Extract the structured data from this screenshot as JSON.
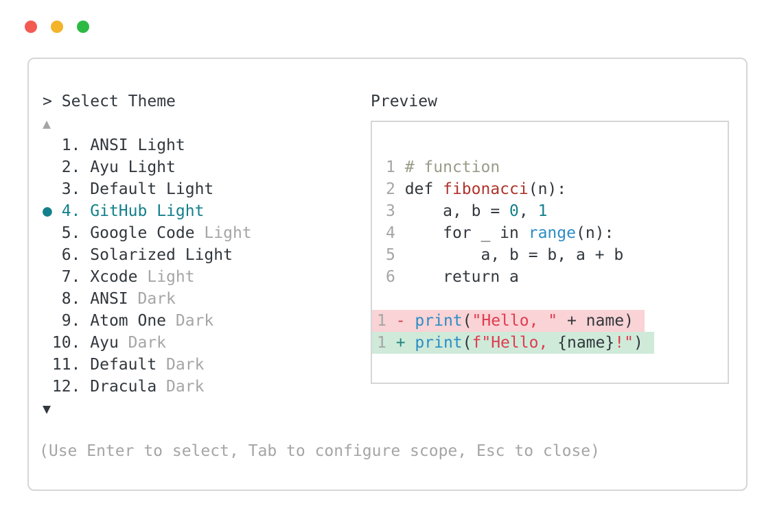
{
  "colors": {
    "text_dark": "#31373d",
    "text_muted": "#a5a5a5",
    "accent_teal": "#13808b",
    "comment": "#9a9b89",
    "def_red": "#af342c",
    "builtin_blue": "#2c8dc5",
    "string_red": "#e03b50",
    "removed_sign": "#c9434b",
    "added_sign": "#21857a",
    "removed_bg": "#f9d3d5",
    "added_bg": "#cfead9",
    "border": "#d6d6d6",
    "light_red": "#f25a52",
    "light_yellow": "#f3b32a",
    "light_green": "#2cba44"
  },
  "prompt": {
    "caret": ">",
    "title": "Select Theme"
  },
  "theme_list": {
    "scroll_up_glyph": "▲",
    "scroll_down_glyph": "▼",
    "selected_marker": "●",
    "items": [
      {
        "number": "1",
        "name": "ANSI",
        "variant": "Light",
        "variant_muted": false,
        "selected": false
      },
      {
        "number": "2",
        "name": "Ayu",
        "variant": "Light",
        "variant_muted": false,
        "selected": false
      },
      {
        "number": "3",
        "name": "Default",
        "variant": "Light",
        "variant_muted": false,
        "selected": false
      },
      {
        "number": "4",
        "name": "GitHub",
        "variant": "Light",
        "variant_muted": false,
        "selected": true
      },
      {
        "number": "5",
        "name": "Google Code",
        "variant": "Light",
        "variant_muted": true,
        "selected": false
      },
      {
        "number": "6",
        "name": "Solarized",
        "variant": "Light",
        "variant_muted": false,
        "selected": false
      },
      {
        "number": "7",
        "name": "Xcode",
        "variant": "Light",
        "variant_muted": true,
        "selected": false
      },
      {
        "number": "8",
        "name": "ANSI",
        "variant": "Dark",
        "variant_muted": true,
        "selected": false
      },
      {
        "number": "9",
        "name": "Atom One",
        "variant": "Dark",
        "variant_muted": true,
        "selected": false
      },
      {
        "number": "10",
        "name": "Ayu",
        "variant": "Dark",
        "variant_muted": true,
        "selected": false
      },
      {
        "number": "11",
        "name": "Default",
        "variant": "Dark",
        "variant_muted": true,
        "selected": false
      },
      {
        "number": "12",
        "name": "Dracula",
        "variant": "Dark",
        "variant_muted": true,
        "selected": false
      }
    ]
  },
  "preview": {
    "label": "Preview",
    "code_lines": [
      {
        "number": "1",
        "tokens": [
          {
            "text": "# function",
            "style": "comment"
          }
        ]
      },
      {
        "number": "2",
        "tokens": [
          {
            "text": "def ",
            "style": "plain"
          },
          {
            "text": "fibonacci",
            "style": "defname"
          },
          {
            "text": "(n):",
            "style": "plain"
          }
        ]
      },
      {
        "number": "3",
        "tokens": [
          {
            "text": "    a, b = ",
            "style": "plain"
          },
          {
            "text": "0",
            "style": "number"
          },
          {
            "text": ", ",
            "style": "plain"
          },
          {
            "text": "1",
            "style": "number"
          }
        ]
      },
      {
        "number": "4",
        "tokens": [
          {
            "text": "    for _ in ",
            "style": "plain"
          },
          {
            "text": "range",
            "style": "builtin"
          },
          {
            "text": "(n):",
            "style": "plain"
          }
        ]
      },
      {
        "number": "5",
        "tokens": [
          {
            "text": "        a, b = b, a + b",
            "style": "plain"
          }
        ]
      },
      {
        "number": "6",
        "tokens": [
          {
            "text": "    return a",
            "style": "plain"
          }
        ]
      }
    ],
    "diff_lines": [
      {
        "number": "1",
        "kind": "removed",
        "tokens": [
          {
            "text": "- ",
            "style": "removed-sign"
          },
          {
            "text": "print",
            "style": "builtin"
          },
          {
            "text": "(",
            "style": "plain"
          },
          {
            "text": "\"Hello, \"",
            "style": "string"
          },
          {
            "text": " + name)",
            "style": "plain"
          }
        ]
      },
      {
        "number": "1",
        "kind": "added",
        "tokens": [
          {
            "text": "+ ",
            "style": "added-sign"
          },
          {
            "text": "print",
            "style": "builtin"
          },
          {
            "text": "(",
            "style": "plain"
          },
          {
            "text": "f\"Hello, ",
            "style": "string"
          },
          {
            "text": "{name}",
            "style": "plain"
          },
          {
            "text": "!\"",
            "style": "string"
          },
          {
            "text": ")",
            "style": "plain"
          }
        ]
      }
    ]
  },
  "footer": {
    "hint": "(Use Enter to select, Tab to configure scope, Esc to close)"
  }
}
